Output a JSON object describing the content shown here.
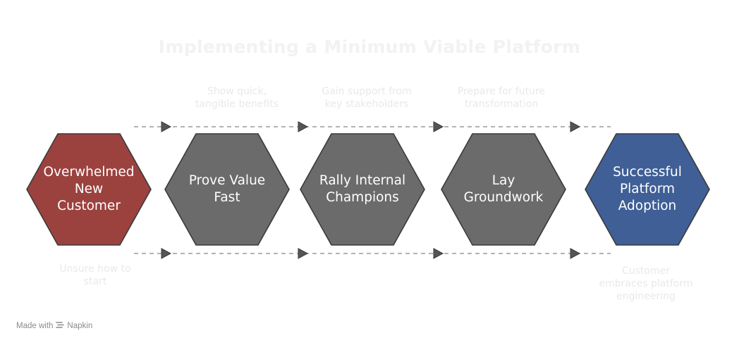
{
  "title": "Implementing a Minimum Viable Platform",
  "stages": [
    {
      "label": "Overwhelmed New Customer",
      "lines": [
        "Overwhelmed",
        "New",
        "Customer"
      ],
      "color": "#9b423f"
    },
    {
      "label": "Prove Value Fast",
      "lines": [
        "Prove Value",
        "Fast"
      ],
      "color": "#6b6b6b"
    },
    {
      "label": "Rally Internal Champions",
      "lines": [
        "Rally Internal",
        "Champions"
      ],
      "color": "#6b6b6b"
    },
    {
      "label": "Lay Groundwork",
      "lines": [
        "Lay",
        "Groundwork"
      ],
      "color": "#6b6b6b"
    },
    {
      "label": "Successful Platform Adoption",
      "lines": [
        "Successful",
        "Platform",
        "Adoption"
      ],
      "color": "#3f5f96"
    }
  ],
  "top_captions": [
    {
      "lines": [
        "Show quick,",
        "tangible benefits"
      ]
    },
    {
      "lines": [
        "Gain support from",
        "key stakeholders"
      ]
    },
    {
      "lines": [
        "Prepare for future",
        "transformation"
      ]
    }
  ],
  "bottom_captions": [
    {
      "lines": [
        "Unsure how to",
        "start"
      ]
    },
    {
      "lines": [
        "Customer",
        "embraces platform",
        "engineering"
      ]
    }
  ],
  "footer": {
    "made_with": "Made with",
    "brand": "Napkin",
    "logo_icon": "napkin-logo-icon"
  },
  "colors": {
    "stroke": "#3a3a3a",
    "arrow": "#3a3a3a",
    "dash": "#9a9a9a",
    "title": "#f2f2f2",
    "caption": "#e9e9e9"
  }
}
